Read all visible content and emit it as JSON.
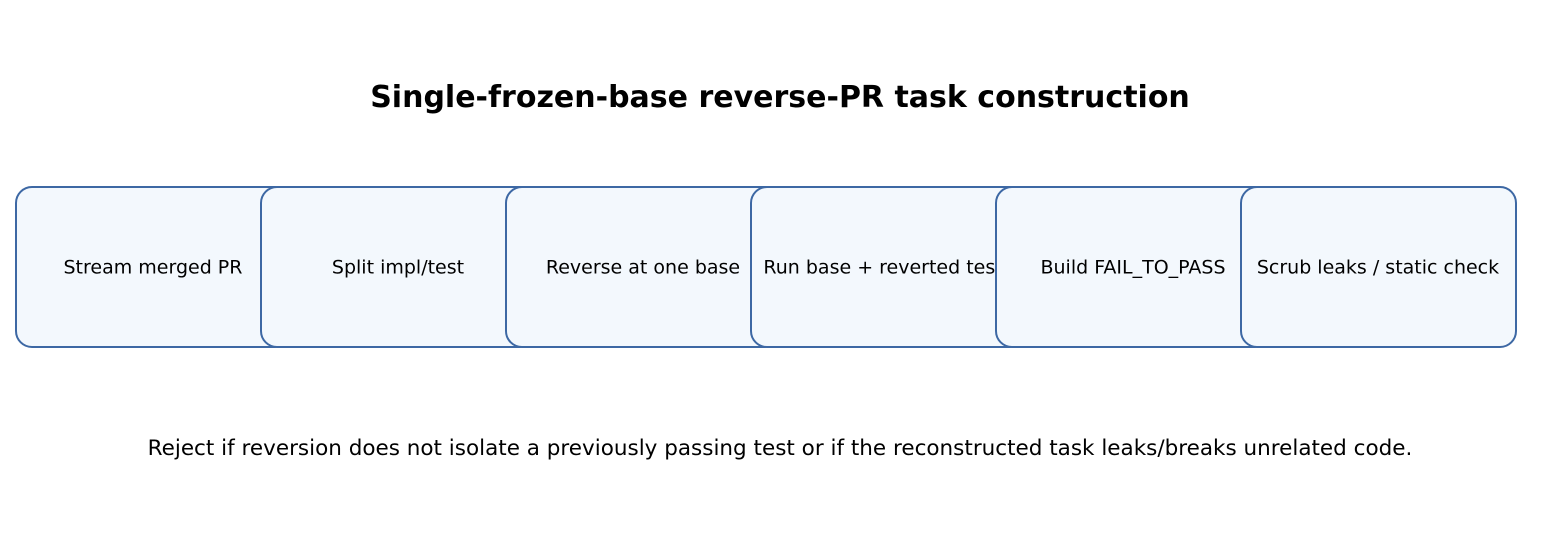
{
  "title": "Single-frozen-base reverse-PR task construction",
  "steps": [
    "Stream merged PR",
    "Split impl/test",
    "Reverse at one base",
    "Run base + reverted tests",
    "Build FAIL_TO_PASS",
    "Scrub leaks / static check"
  ],
  "caption": "Reject if reversion does not isolate a previously passing test or if the reconstructed task leaks/breaks unrelated code.",
  "colors": {
    "box_fill": "#f3f8fd",
    "box_stroke": "#3d68a4",
    "arrow": "#000000",
    "text": "#000000"
  }
}
